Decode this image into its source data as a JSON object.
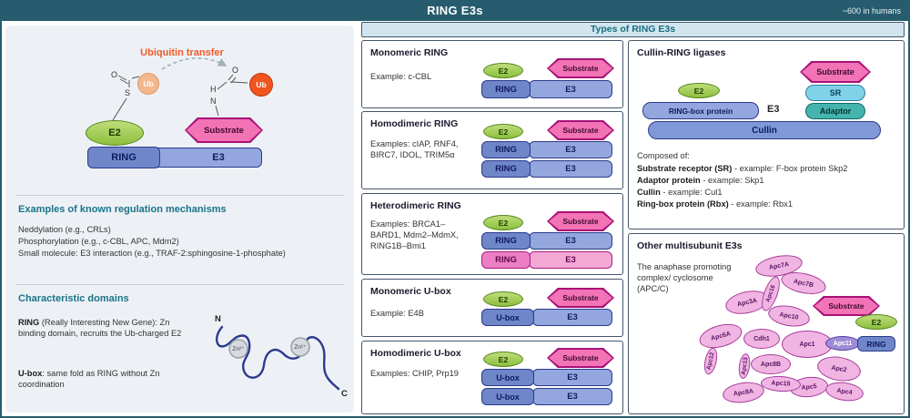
{
  "header": {
    "title": "RING E3s",
    "note": "~600 in humans"
  },
  "labels": {
    "e2": "E2",
    "e3": "E3",
    "ring": "RING",
    "ubox": "U-box",
    "substrate": "Substrate",
    "ub": "Ub",
    "s": "S",
    "o": "O",
    "h": "H",
    "n": "N",
    "zn": "Zn²⁺",
    "n_term": "N",
    "c_term": "C"
  },
  "left": {
    "transfer_title": "Ubiquitin transfer",
    "regulation_title": "Examples of known regulation mechanisms",
    "regulation_items": [
      "Neddylation (e.g., CRLs)",
      "Phosphorylation (e.g., c-CBL, APC, Mdm2)",
      "Small molecule: E3 interaction (e.g., TRAF-2:sphingosine-1-phosphate)"
    ],
    "domains_title": "Characteristic domains",
    "ring_term": "RING",
    "ring_desc": " (Really Interesting New Gene): Zn binding domain, recruits the Ub-charged E2",
    "ubox_term": "U-box",
    "ubox_desc": ": same fold as RING without Zn coordination"
  },
  "types": {
    "title": "Types of RING E3s",
    "sections": [
      {
        "title": "Monomeric RING",
        "examples": "Example: c-CBL"
      },
      {
        "title": "Homodimeric RING",
        "examples": "Examples: cIAP, RNF4, BIRC7, IDOL, TRIM5α"
      },
      {
        "title": "Heterodimeric RING",
        "examples": "Examples: BRCA1–BARD1, Mdm2–MdmX, RING1B–Bmi1"
      },
      {
        "title": "Monomeric U-box",
        "examples": "Example: E4B"
      },
      {
        "title": "Homodimeric U-box",
        "examples": "Examples: CHIP, Prp19"
      }
    ]
  },
  "cullin": {
    "title": "Cullin-RING ligases",
    "ring_box_label": "RING-box protein",
    "sr_label": "SR",
    "adaptor_label": "Adaptor",
    "cullin_label": "Cullin",
    "composed_title": "Composed of:",
    "components": [
      {
        "term": "Substrate receptor (SR)",
        "desc": " - example: F-box protein Skp2"
      },
      {
        "term": "Adaptor protein",
        "desc": " - example: Skp1"
      },
      {
        "term": "Cullin",
        "desc": " - example: Cul1"
      },
      {
        "term": "Ring-box protein (Rbx)",
        "desc": " - example: Rbx1"
      }
    ]
  },
  "multisubunit": {
    "title": "Other multisubunit E3s",
    "description": "The anaphase promoting complex/ cyclosome (APC/C)",
    "subunits": [
      "Apc7A",
      "Apc7B",
      "Apc16",
      "Apc3A",
      "Apc10",
      "Apc6A",
      "Cdh1",
      "Apc1",
      "Apc11",
      "RING",
      "Apc12",
      "Apc13",
      "Apc8B",
      "Apc2",
      "Apc15",
      "Apc5",
      "Apc4",
      "Apc8A"
    ]
  },
  "colors": {
    "header_teal": "#265c6e",
    "accent_teal": "#1a7389",
    "orange_accent": "#f15a29",
    "e2_green": "#8dbf3e",
    "ring_blue": "#6f86c9",
    "substrate_pink": "#f273b6",
    "apc_pink": "#f0b5e2"
  }
}
